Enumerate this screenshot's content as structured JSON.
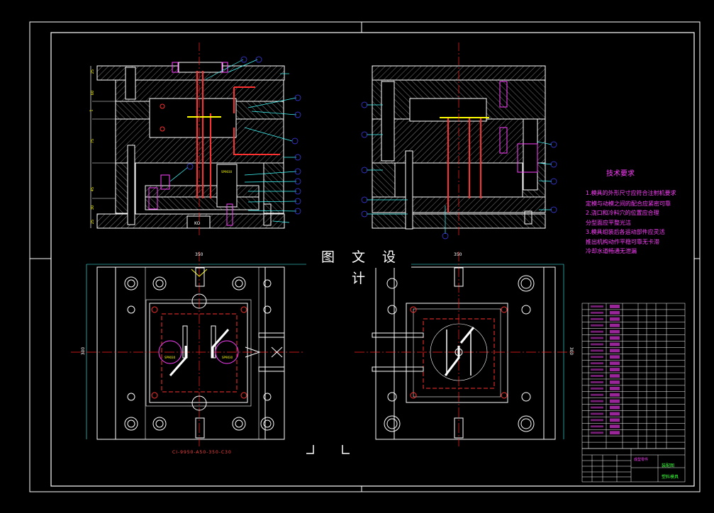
{
  "watermark": "图 文 设 计",
  "tech_requirements": {
    "title": "技术要求",
    "lines": [
      "1.模具的外形尺寸应符合注射机要求",
      "定模与动模之间的配合应紧密可靠",
      "2.浇口和冷料穴的位置应合理",
      "分型面应平整光洁",
      "3.模具组装后各运动部件应灵活",
      "推出机构动作平稳可靠无卡滞",
      "冷却水道畅通无泄漏"
    ]
  },
  "dimensions": {
    "top_width": "350",
    "left_height": "300",
    "right_width": "350",
    "right_height": "300",
    "left_side_dims": [
      "25",
      "60",
      "1",
      "75",
      "45",
      "30",
      "25"
    ]
  },
  "labels": {
    "part_code": "KO",
    "tag_a": "SP9030",
    "tag_b": "SP9030",
    "tag_c": "SP9030",
    "drawing_code": "CI-9950-A50-350-C30"
  },
  "title_block": {
    "name": "成型零件",
    "green_1": "装配图",
    "green_2": "塑料模具"
  },
  "colors": {
    "red": "#ff2020",
    "yellow": "#ffff00",
    "green": "#00ff40",
    "magenta": "#ff40ff",
    "cyan": "#40ffff",
    "blue": "#4040ff",
    "white": "#ffffff"
  }
}
